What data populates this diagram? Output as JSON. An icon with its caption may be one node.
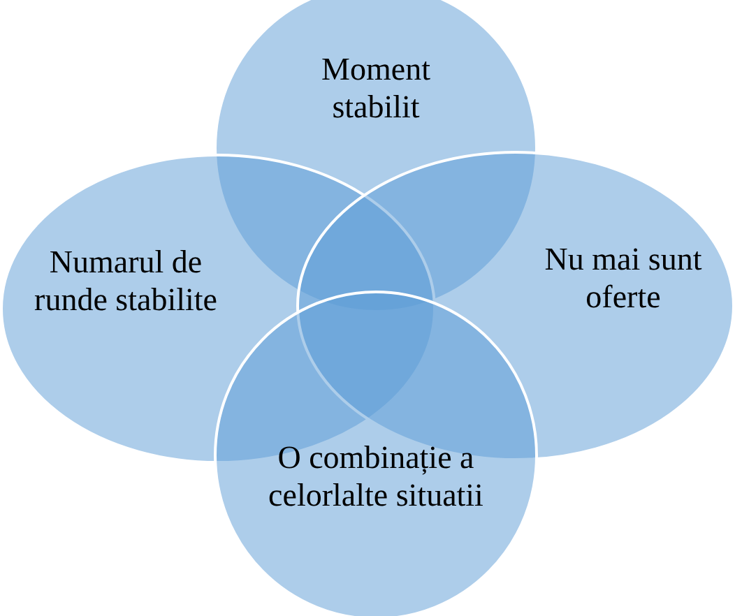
{
  "diagram": {
    "nodes": [
      {
        "text": [
          "Moment stabilit"
        ]
      },
      {
        "text": [
          "Numarul de runde stabilite"
        ]
      },
      {
        "text": [
          "Nu mai sunt oferte"
        ]
      },
      {
        "text": [
          "O combinație a celorlalte situatii"
        ]
      }
    ]
  }
}
